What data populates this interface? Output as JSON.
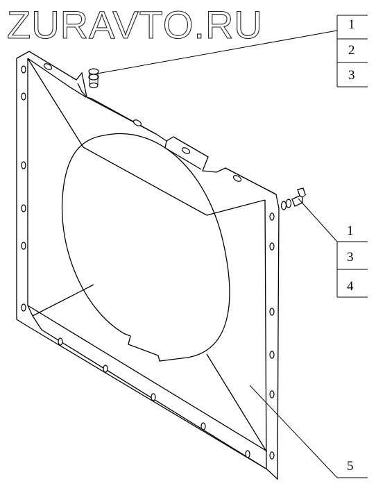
{
  "watermark": "ZURAVTO.RU",
  "callouts": {
    "top": [
      "1",
      "2",
      "3"
    ],
    "right": [
      "1",
      "3",
      "4"
    ],
    "bottom": "5"
  }
}
